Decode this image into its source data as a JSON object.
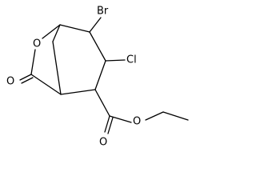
{
  "structure": {
    "atoms": {
      "bromine": "Br",
      "chlorine": "Cl",
      "ring_oxygen": "O",
      "lactone_carbonyl_oxygen": "O",
      "ester_carbonyl_oxygen": "O",
      "ester_ether_oxygen": "O"
    },
    "colors": {
      "bond": "#000000",
      "label": "#000000",
      "background": "#ffffff"
    }
  }
}
